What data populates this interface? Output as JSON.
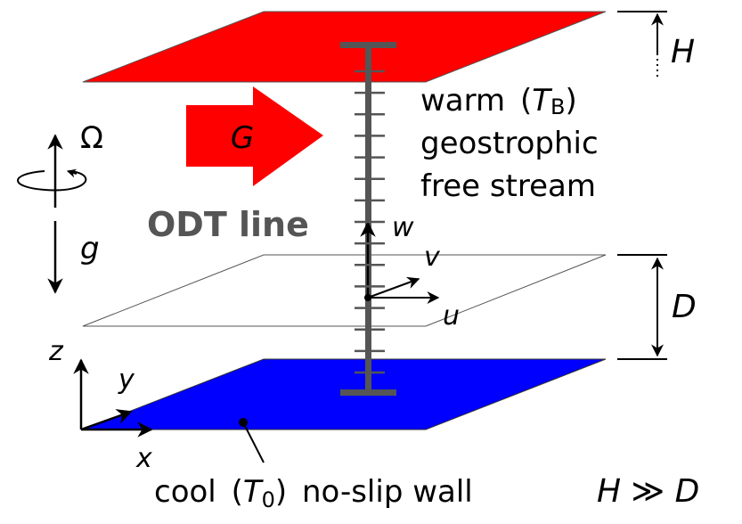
{
  "diagram": {
    "colors": {
      "warm_plane": "#ff0000",
      "cool_plane": "#0000ff",
      "odt_line": "#555555",
      "geostrophic_arrow": "#ff0000",
      "ink": "#000000"
    },
    "labels": {
      "rotation": "Ω",
      "gravity": "g",
      "geostrophic_wind": "G",
      "odt_line": "ODT line",
      "warm_line1_word": "warm",
      "warm_temp_symbol": "T",
      "warm_temp_sub": "B",
      "warm_line2": "geostrophic",
      "warm_line3": "free stream",
      "domain_height": "H",
      "boundary_layer_depth": "D",
      "velocity_w": "w",
      "velocity_v": "v",
      "velocity_u": "u",
      "axis_x": "x",
      "axis_y": "y",
      "axis_z": "z",
      "cool_word": "cool",
      "cool_temp_symbol": "T",
      "cool_temp_sub": "0",
      "wall_label": "no-slip wall",
      "scale_relation": "H ≫ D"
    },
    "odt_tick_count": 15
  }
}
